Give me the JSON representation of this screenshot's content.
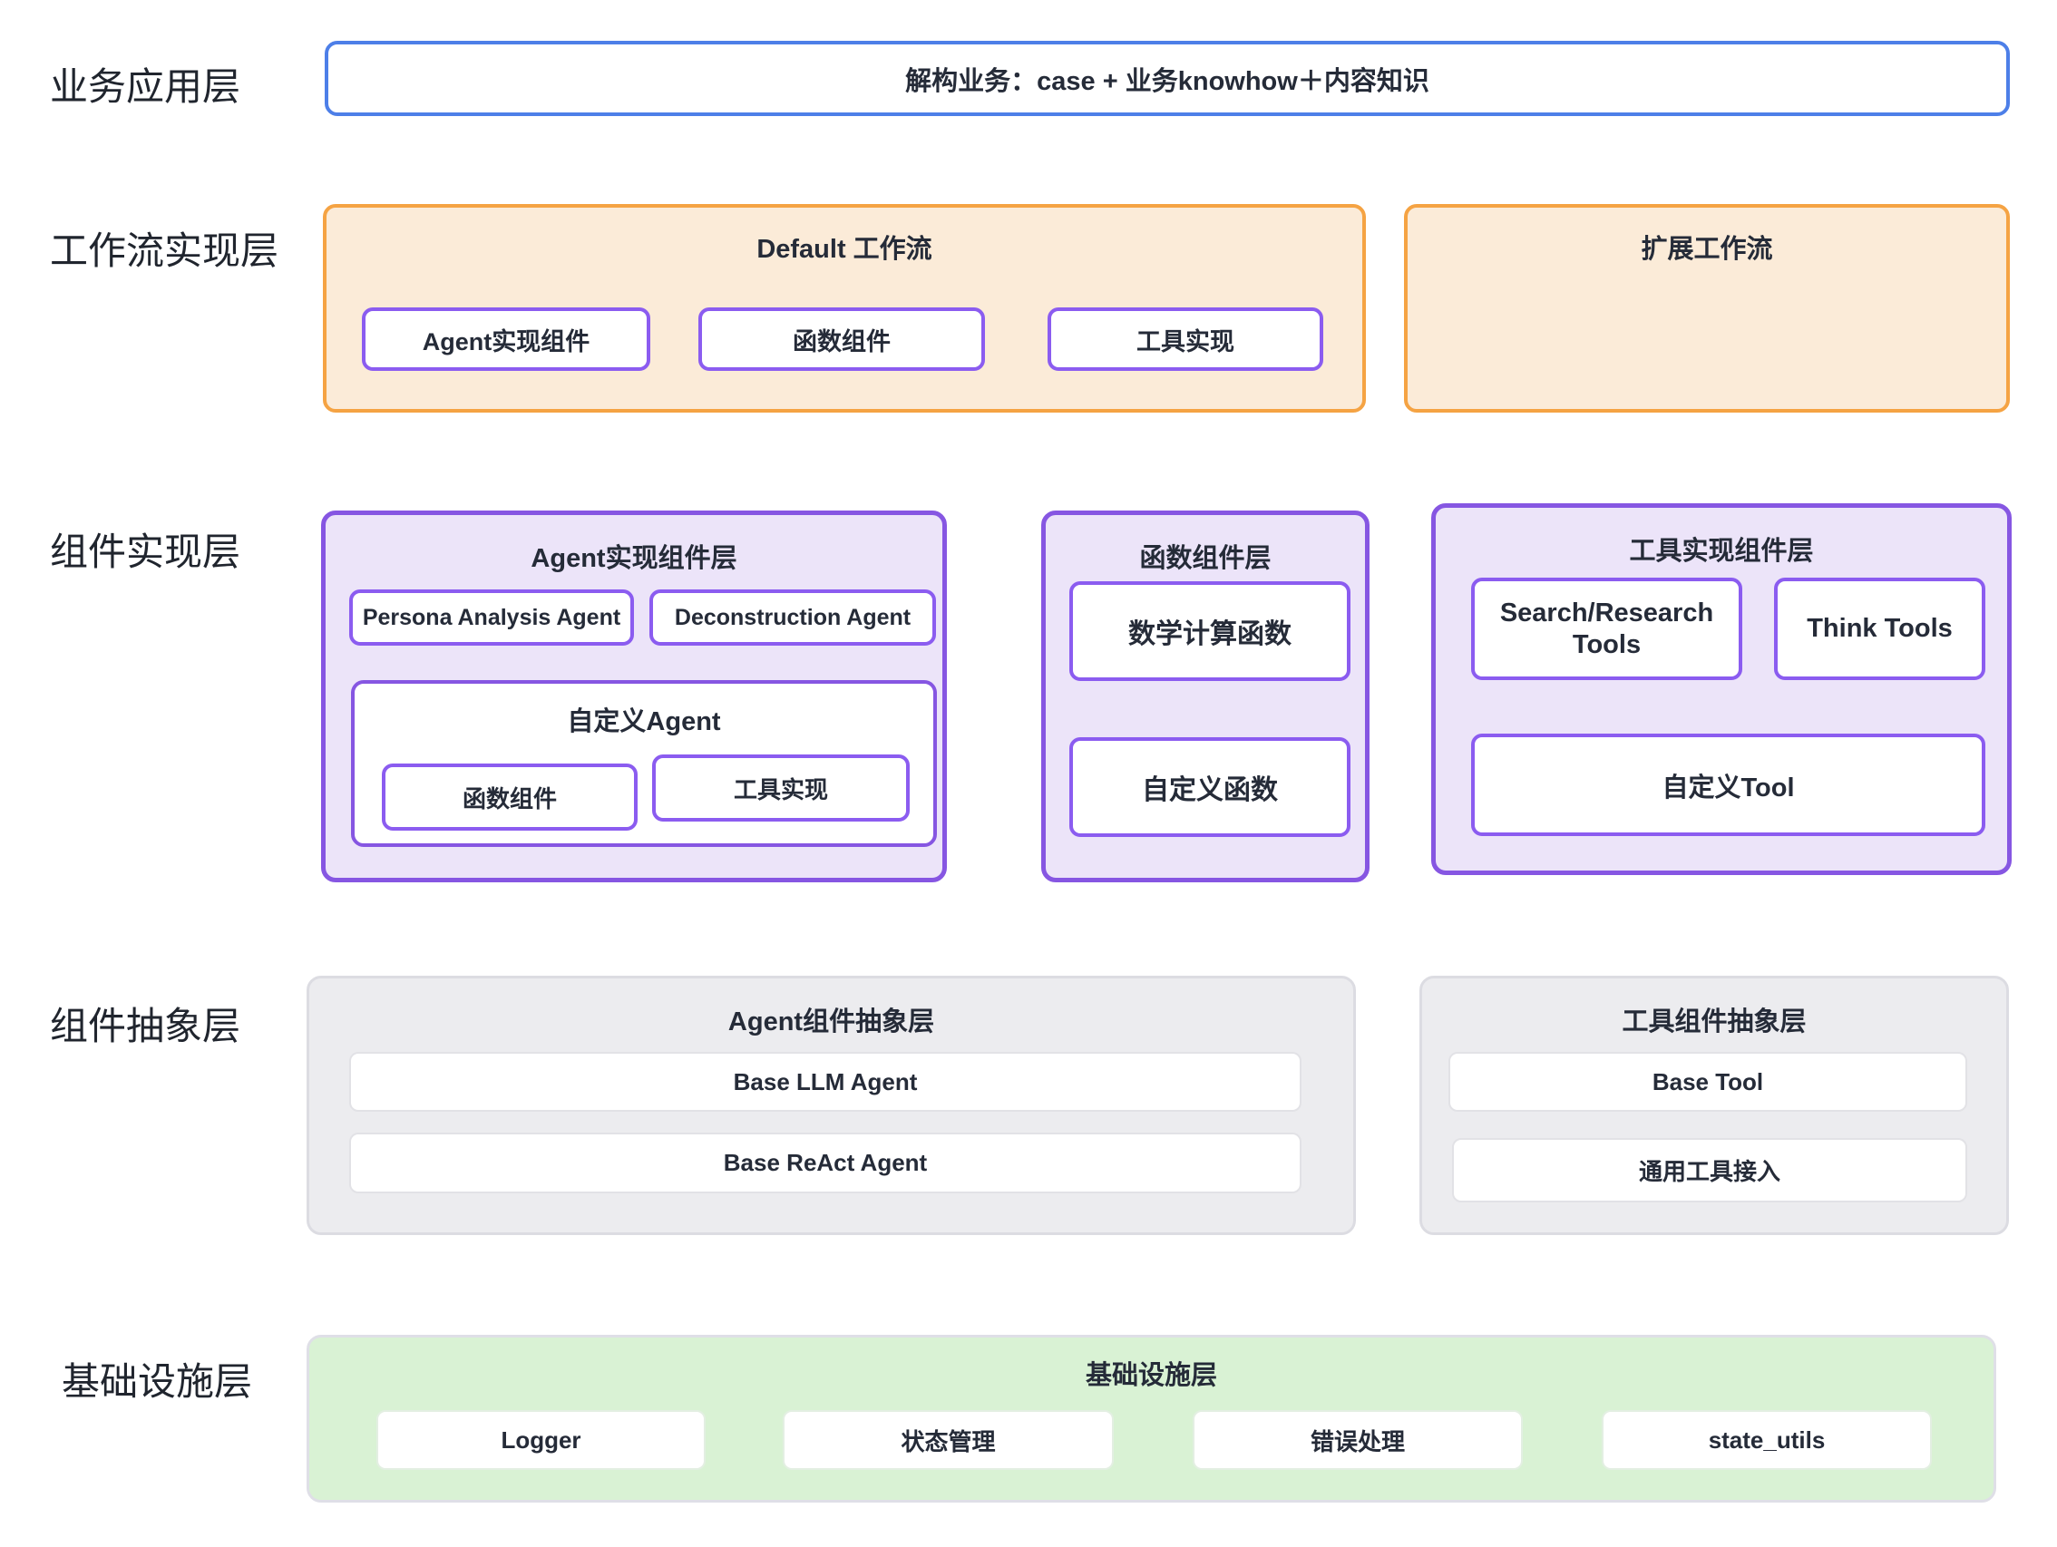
{
  "layers": {
    "business": {
      "label": "业务应用层",
      "box_text": "解构业务：case + 业务knowhow＋内容知识"
    },
    "workflow": {
      "label": "工作流实现层",
      "default_workflow": {
        "title": "Default 工作流",
        "items": [
          "Agent实现组件",
          "函数组件",
          "工具实现"
        ]
      },
      "extended_workflow": {
        "title": "扩展工作流"
      }
    },
    "component_impl": {
      "label": "组件实现层",
      "agent_layer": {
        "title": "Agent实现组件层",
        "agents": [
          "Persona Analysis Agent",
          "Deconstruction Agent"
        ],
        "custom_agent": {
          "title": "自定义Agent",
          "items": [
            "函数组件",
            "工具实现"
          ]
        }
      },
      "function_layer": {
        "title": "函数组件层",
        "items": [
          "数学计算函数",
          "自定义函数"
        ]
      },
      "tool_layer": {
        "title": "工具实现组件层",
        "items": [
          "Search/Research Tools",
          "Think Tools"
        ],
        "custom_tool": "自定义Tool"
      }
    },
    "abstraction": {
      "label": "组件抽象层",
      "agent_abstraction": {
        "title": "Agent组件抽象层",
        "items": [
          "Base LLM Agent",
          "Base ReAct Agent"
        ]
      },
      "tool_abstraction": {
        "title": "工具组件抽象层",
        "items": [
          "Base Tool",
          "通用工具接入"
        ]
      }
    },
    "infrastructure": {
      "label": "基础设施层",
      "title": "基础设施层",
      "items": [
        "Logger",
        "状态管理",
        "错误处理",
        "state_utils"
      ]
    }
  },
  "colors": {
    "blue_border": "#4d7fe8",
    "orange_border": "#f5a343",
    "orange_fill": "#fbebd8",
    "purple_border": "#8656e2",
    "purple_item_border": "#8b5cf0",
    "purple_fill": "#ece4f9",
    "gray_fill": "#ececef",
    "gray_border": "#dcdce2",
    "green_fill": "#d9f2d4",
    "text": "#252b38"
  }
}
